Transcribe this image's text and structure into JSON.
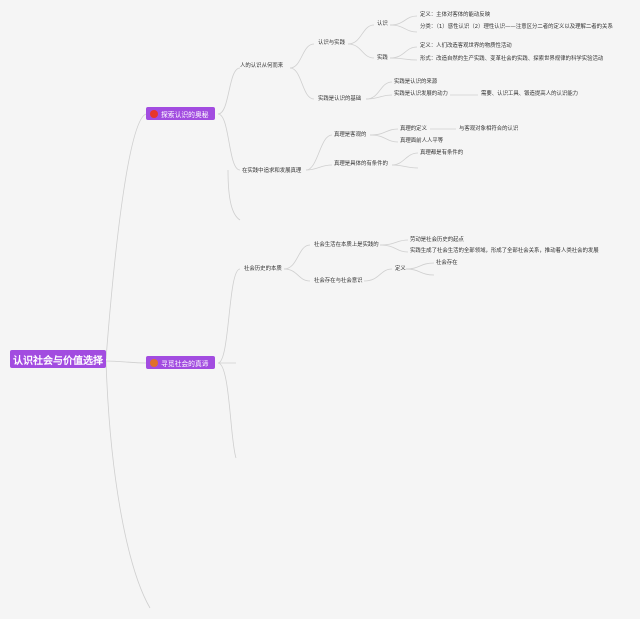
{
  "root": "认识社会与价值选择",
  "branch1": {
    "title": "探索认识的奥秘",
    "badge_color": "#e8362a",
    "sub1": {
      "title": "人的认识从何而来",
      "a": {
        "title": "认识与实践",
        "rz": {
          "title": "认识",
          "def": "定义：主体对客体的能动反映",
          "cls": "分类：（1）感性认识（2）理性认识——注意区分二者的定义以及理解二者的关系"
        },
        "sj": {
          "title": "实践",
          "def": "定义：人们改造客观世界的物质性活动",
          "form": "形式：改造自然的生产实践、变革社会的实践、探索世界规律的科学实验活动"
        }
      },
      "b": {
        "title": "实践是认识的基础",
        "src": "实践是认识的来源",
        "dyn": "实践是认识发展的动力",
        "dyn_note": "需要、认识工具、锻造提高人的认识能力"
      }
    },
    "sub2": {
      "title": "在实践中追求和发展真理",
      "c": {
        "title": "真理是客观的",
        "def": "真理的定义",
        "def_note": "与客观对象相符合的认识",
        "equal": "真理面前人人平等"
      },
      "d": {
        "title": "真理是具体的有条件的",
        "item": "真理都是有条件的"
      }
    }
  },
  "branch2": {
    "title": "寻觅社会的真谛",
    "badge_color": "#e0702a",
    "sub1": {
      "title": "社会历史的本质",
      "e": {
        "title": "社会生活在本质上是实践的",
        "labor": "劳动是社会历史的起点",
        "practice": "实践生成了社会生活的全部领域，形成了全部社会关系，推动着人类社会的发展"
      },
      "f": {
        "title": "社会存在与社会意识",
        "def": "定义",
        "exist": "社会存在"
      }
    }
  },
  "colors": {
    "accent": "#a24ce0",
    "line": "#cfcfcf"
  }
}
